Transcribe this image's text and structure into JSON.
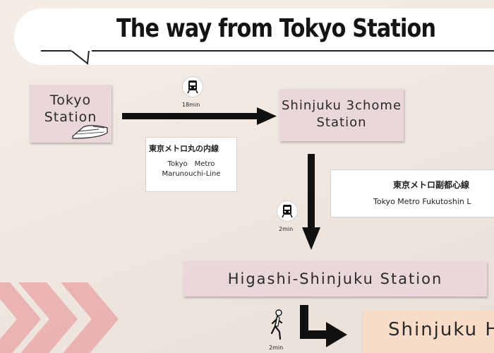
{
  "title": "The way from Tokyo Station",
  "stations": {
    "tokyo": {
      "line1": "Tokyo",
      "line2": "Station"
    },
    "shinjuku_3chome": {
      "line1": "Shinjuku 3chome",
      "line2": "Station"
    },
    "higashi_shinjuku": "Higashi-Shinjuku Station",
    "destination": "Shinjuku H"
  },
  "legs": {
    "marunouchi": {
      "time": "18min",
      "line_jp": "東京メトロ丸の内線",
      "line_en_1": "Tokyo　Metro",
      "line_en_2": "Marunouchi-Line",
      "icon": "train-icon"
    },
    "fukutoshin": {
      "time": "2min",
      "line_jp": "東京メトロ副都心線",
      "line_en": "Tokyo Metro Fukutoshin L",
      "icon": "train-icon"
    },
    "walk": {
      "time": "2min",
      "icon": "walking-person-icon"
    }
  },
  "colors": {
    "background": "#efe6df",
    "station_box": "#ead7da",
    "destination_box": "#f8dcc8",
    "chevron": "#e8a3a3",
    "arrow": "#111111"
  }
}
